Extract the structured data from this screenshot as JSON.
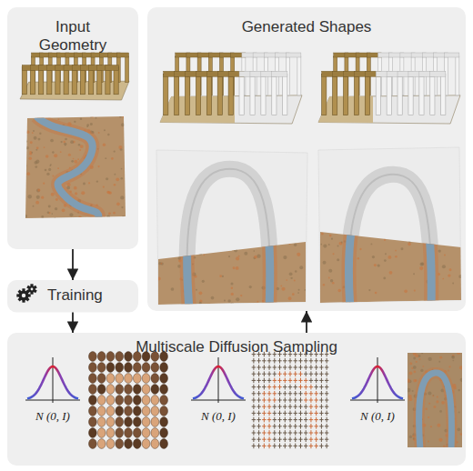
{
  "diagram": {
    "nodes": [
      {
        "text": [
          "Input Geometry"
        ]
      },
      {
        "text": [
          "Training"
        ]
      },
      {
        "text": [
          "Generated Shapes"
        ]
      },
      {
        "text": [
          "Multiscale Diffusion Sampling"
        ]
      }
    ],
    "edges": [
      {
        "from": 0,
        "to": 1,
        "arrow": "to"
      },
      {
        "from": 1,
        "to": 3,
        "arrow": "to"
      },
      {
        "from": 3,
        "to": 2,
        "arrow": "to"
      }
    ],
    "labels": [
      "N (0, I)",
      "N (0, I)",
      "N (0, I)"
    ]
  }
}
